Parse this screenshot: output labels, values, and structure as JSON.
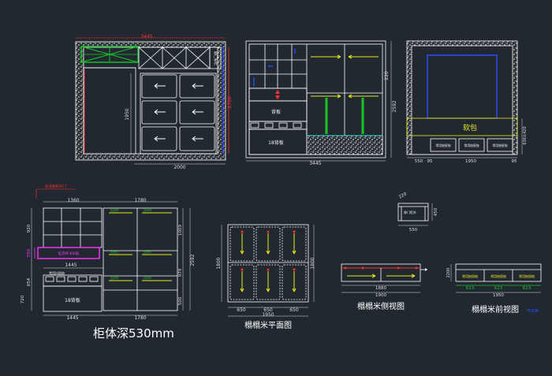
{
  "colors": {
    "background": "#212830",
    "line": "#ffffff",
    "dimension": "#d8d8d8",
    "red": "#ff3030",
    "blue": "#2a4dff",
    "green": "#16c42a",
    "yellow": "#e8e81e",
    "magenta": "#ff33ff",
    "cyan": "#33e0e0"
  },
  "view1": {
    "dim_top": "3445",
    "dim_bottom": "2000",
    "dim_height": "1950",
    "dim_right": "2700",
    "label_vertical": "移门柜外"
  },
  "view2": {
    "dim_bottom": "3445",
    "dim_right_upper": "220",
    "dim_right": "2592",
    "label_shelf": "背板",
    "label_back": "18背板"
  },
  "view3": {
    "label_soft": "软包",
    "drawer_label": "常用抽屉抽",
    "dim_550": "550",
    "dim_95a": "95",
    "dim_1950": "1950",
    "dim_95b": "95",
    "dim_right": "636±420"
  },
  "view4": {
    "dim_1360": "1360",
    "dim_1780_top": "1780",
    "dim_1445_mid": "1445",
    "dim_1445_bottom": "1445",
    "dim_1780_bottom": "1780",
    "dim_left_920": "920",
    "dim_left_550": "550",
    "dim_left_654": "654",
    "dim_left_720": "720",
    "dim_right_1009": "1009",
    "dim_right_2592": "2592",
    "dim_right_979": "979",
    "dim_right_500": "500",
    "label_top_red": "此顶板移开门",
    "label_pink": "挂衣杆300高",
    "label_drawer": "常用抖屉抽",
    "label_back": "18背板",
    "caption": "柜体深530mm"
  },
  "view5": {
    "dim_height": "1800",
    "dim_width": "1950",
    "dim_right": "1800",
    "dim_650_a": "650",
    "dim_650_b": "650",
    "dim_650_c": "650",
    "caption": "榻榻米平面图"
  },
  "view6": {
    "dim_top": "220",
    "dim_right": "450",
    "dim_bottom": "550",
    "label": "移门柜外"
  },
  "view7": {
    "dim_bottom_a": "1880",
    "dim_bottom_b": "1900",
    "caption": "榻榻米侧视图"
  },
  "view8": {
    "drawer_label": "常用抽屉抽",
    "dim_623_a": "623",
    "dim_623_b": "623",
    "dim_623_c": "623",
    "dim_bottom": "1950",
    "dim_left": "2200",
    "caption": "榻榻米前视图",
    "corner_label": "开关等"
  }
}
